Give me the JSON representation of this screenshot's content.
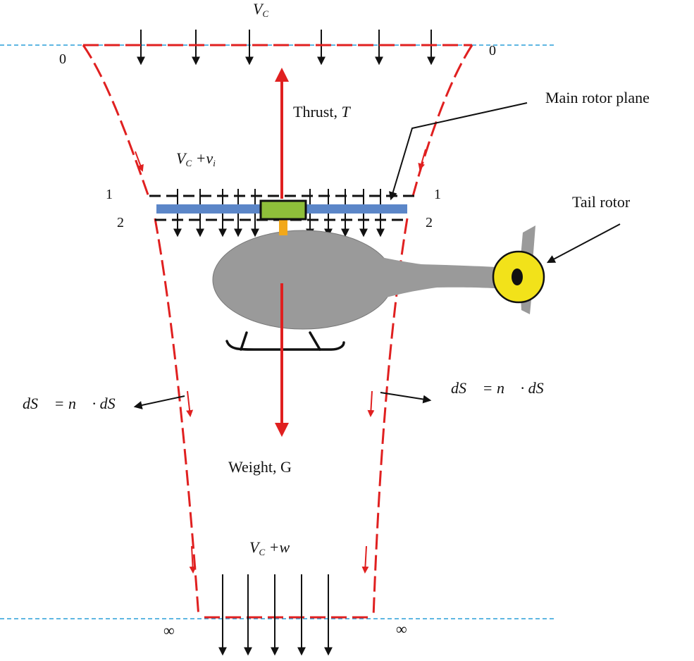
{
  "labels": {
    "vc_top": {
      "main": "V",
      "sub": "C"
    },
    "station_0_left": "0",
    "station_0_right": "0",
    "thrust": {
      "text": "Thrust, ",
      "symbol": "T"
    },
    "vc_plus_vi": {
      "main": "V",
      "sub": "C",
      "rest": " +v",
      "sub2": "i"
    },
    "main_rotor_plane": "Main rotor plane",
    "tail_rotor": "Tail rotor",
    "station_1_left": "1",
    "station_1_right": "1",
    "station_2_left": "2",
    "station_2_right": "2",
    "ds_left": "dS⃗ = n⃗ · dS",
    "ds_right": "dS⃗ = n⃗ · dS",
    "weight": "Weight, G",
    "vc_plus_w": {
      "main": "V",
      "sub": "C",
      "rest": " +w"
    },
    "infinity_left": "∞",
    "infinity_right": "∞"
  },
  "colors": {
    "streamtube": "#e02020",
    "reference_line": "#2a9fd8",
    "rotor_disk": "#5b86c8",
    "fuselage": "#9a9a9a",
    "tail_rotor_hub": "#f2e21a",
    "hub": "#8fbf3a",
    "mast": "#f2a81a",
    "arrow": "#111111"
  }
}
